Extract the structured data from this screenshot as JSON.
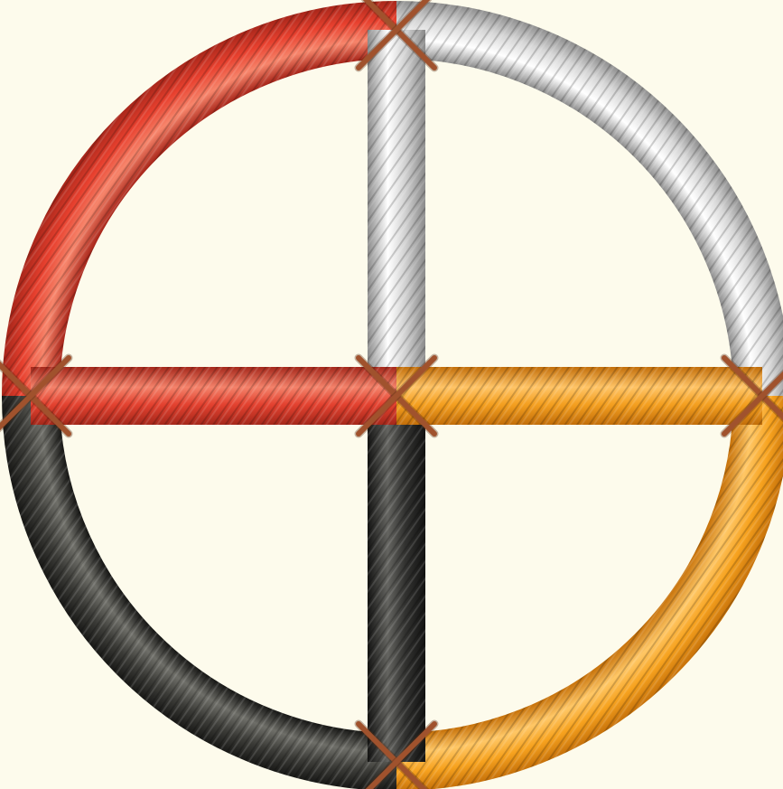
{
  "diagram": {
    "quadrants": [
      {
        "name": "top-left",
        "color": "#e8402e",
        "light": "#f7856b",
        "dark": "#a8261a"
      },
      {
        "name": "top-right",
        "color": "#d6d6d6",
        "light": "#ffffff",
        "dark": "#8f8f8f"
      },
      {
        "name": "bottom-right",
        "color": "#f7a21e",
        "light": "#ffc766",
        "dark": "#c7720a"
      },
      {
        "name": "bottom-left",
        "color": "#3c3c38",
        "light": "#6e6e68",
        "dark": "#1a1a18"
      }
    ],
    "spokes": {
      "up": {
        "color": "#d2d2d2",
        "light": "#ffffff",
        "dark": "#8a8a8a"
      },
      "left": {
        "color": "#e3412f",
        "light": "#f4826a",
        "dark": "#a5281b"
      },
      "right": {
        "color": "#f49f1f",
        "light": "#ffc466",
        "dark": "#c26e0a"
      },
      "down": {
        "color": "#323230",
        "light": "#646460",
        "dark": "#141413"
      }
    },
    "lashing_color": "#a0522d",
    "background_color": "#fdfbec"
  }
}
